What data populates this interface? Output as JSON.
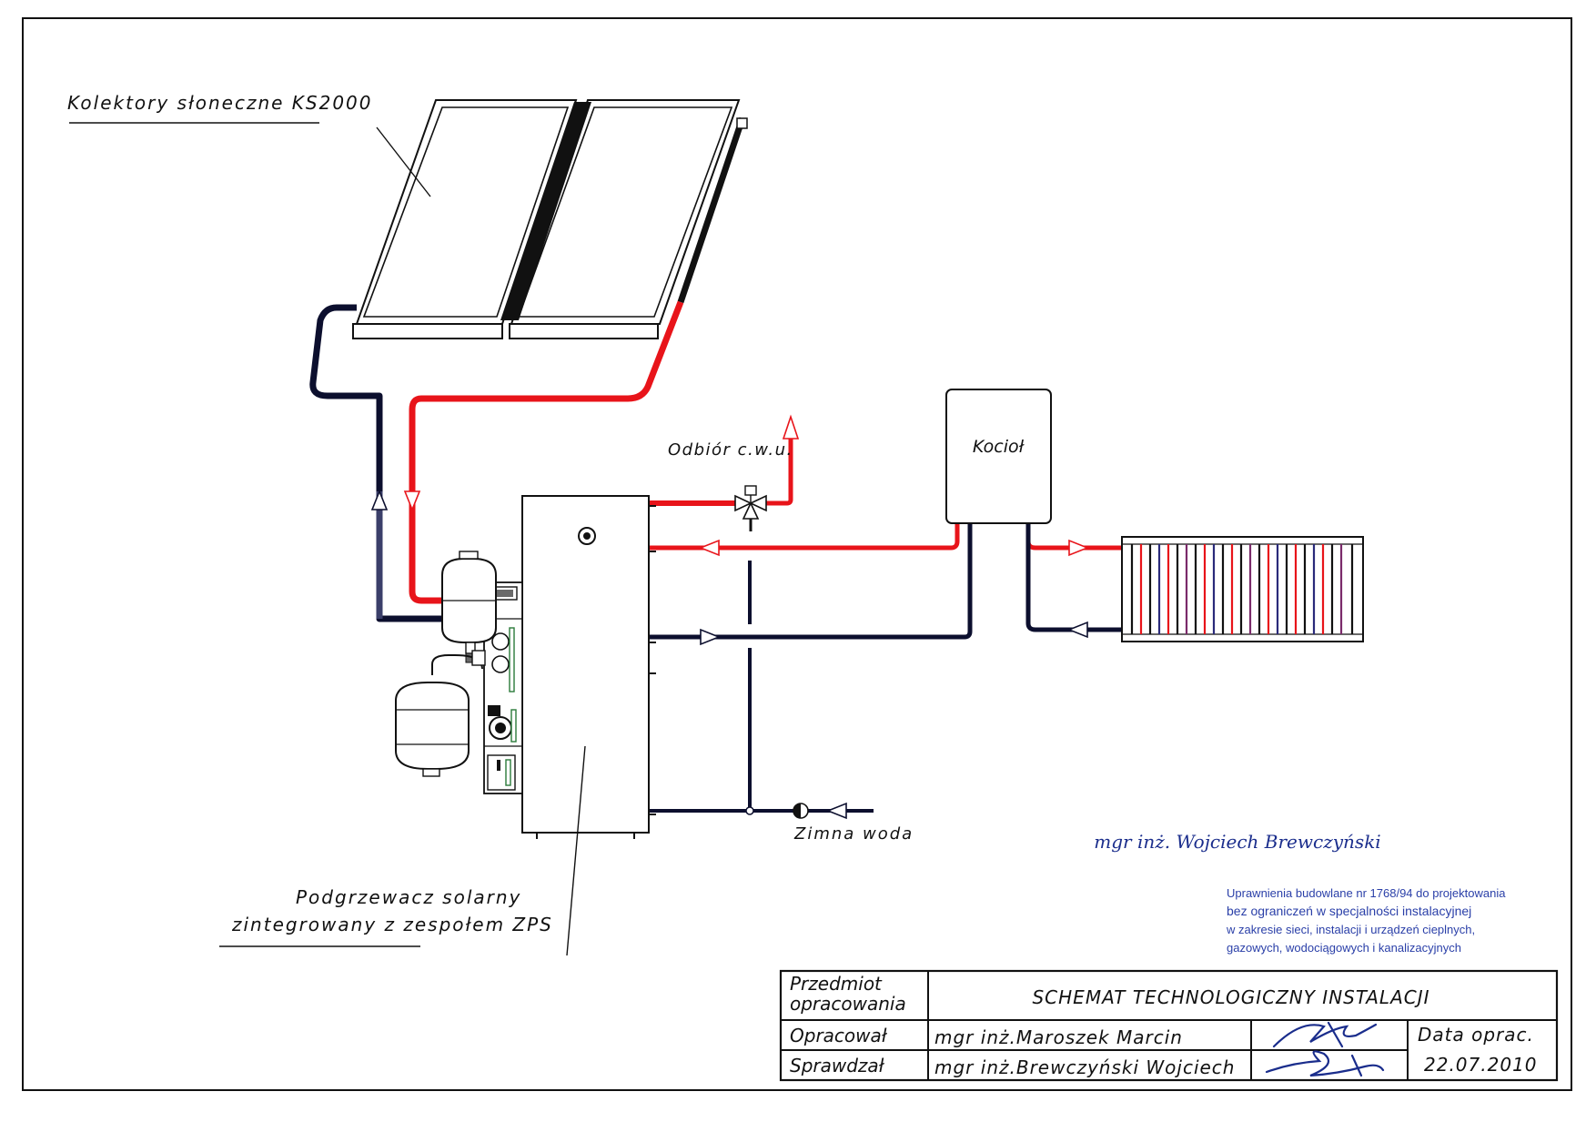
{
  "labels": {
    "collectors": "Kolektory słoneczne KS2000",
    "boiler": "Kocioł",
    "hot_water": "Odbiór c.w.u.",
    "cold_water": "Zimna woda",
    "heater_line1": "Podgrzewacz solarny",
    "heater_line2": "zintegrowany z zespołem ZPS"
  },
  "stamp": {
    "name": "mgr inż. Wojciech Brewczyński",
    "line1": "Uprawnienia budowlane nr 1768/94 do projektowania",
    "line2": "bez ograniczeń w specjalności instalacyjnej",
    "line3": "w zakresie sieci, instalacji i urządzeń cieplnych,",
    "line4": "gazowych, wodociągowych i kanalizacyjnych"
  },
  "title_block": {
    "subject_label_1": "Przedmiot",
    "subject_label_2": "opracowania",
    "subject_value": "SCHEMAT TECHNOLOGICZNY INSTALACJI",
    "prepared_label": "Opracował",
    "prepared_value": "mgr inż.Maroszek Marcin",
    "checked_label": "Sprawdzał",
    "checked_value": "mgr inż.Brewczyński Wojciech",
    "date_label": "Data oprac.",
    "date_value": "22.07.2010"
  },
  "colors": {
    "supply": "#e8141a",
    "return": "#0c0f2e",
    "stamp": "#1a2d8c"
  }
}
